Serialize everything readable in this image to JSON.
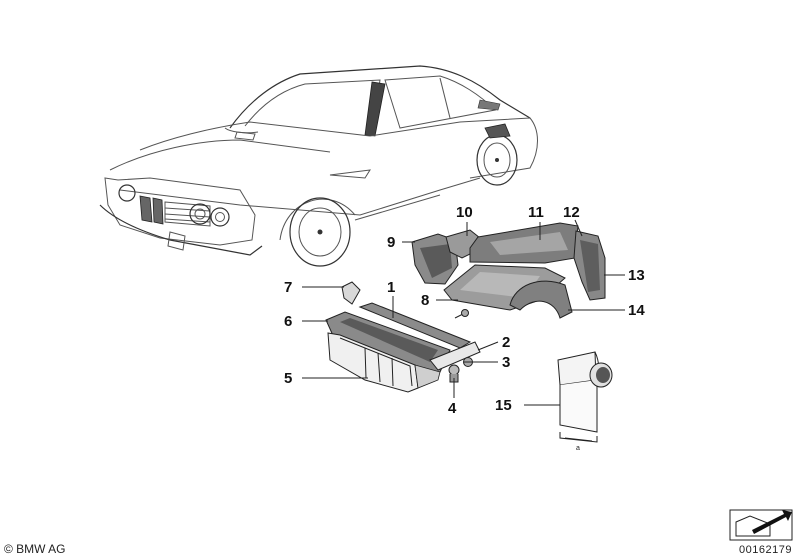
{
  "callouts": {
    "c1": "1",
    "c2": "2",
    "c3": "3",
    "c4": "4",
    "c5": "5",
    "c6": "6",
    "c7": "7",
    "c8": "8",
    "c9": "9",
    "c10": "10",
    "c11": "11",
    "c12": "12",
    "c13": "13",
    "c14": "14",
    "c15": "15"
  },
  "copyright": "© BMW AG",
  "diagram_id": "00162179",
  "colors": {
    "line": "#222222",
    "car_outline": "#555555",
    "background": "#ffffff"
  },
  "icons": {
    "id_box": "arrow-box-icon"
  }
}
